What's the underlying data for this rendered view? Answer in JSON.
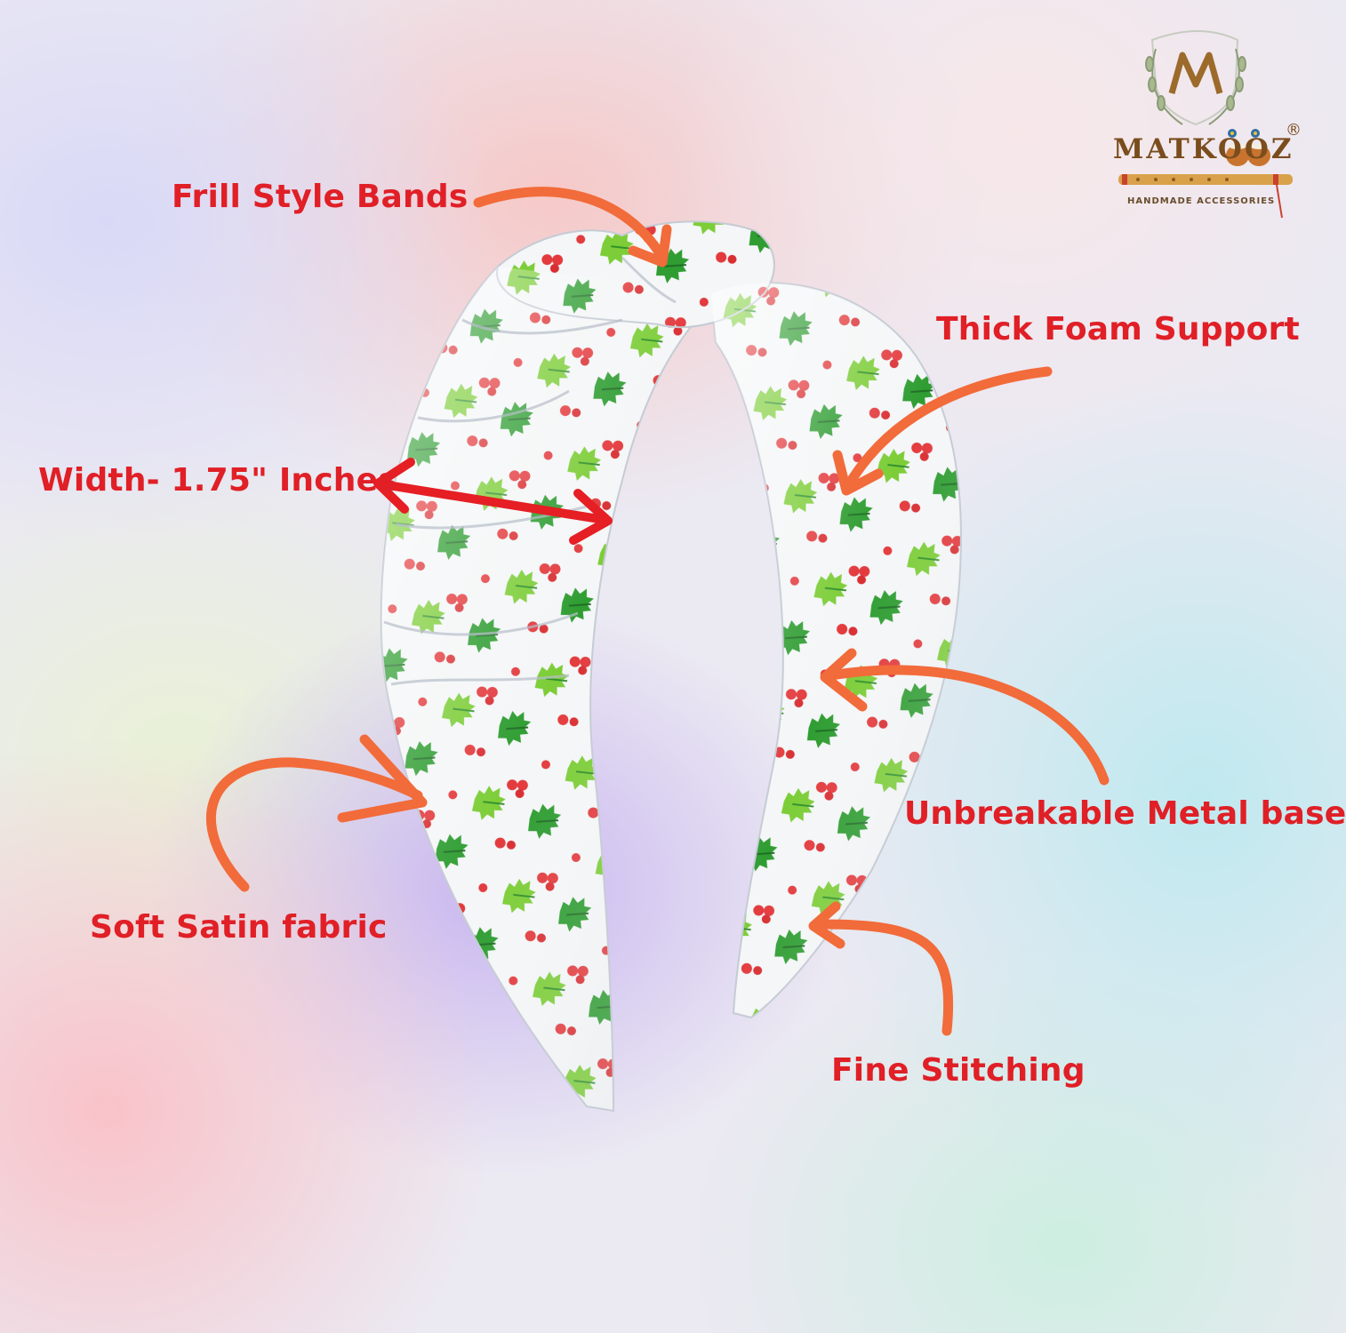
{
  "brand": {
    "name": "MATKOOZ",
    "registered_mark": "®",
    "tagline": "HANDMADE ACCESSORIES"
  },
  "features": {
    "frill": "Frill Style Bands",
    "foam": "Thick Foam Support",
    "width": "Width- 1.75\" Inches",
    "metal": "Unbreakable Metal base",
    "fabric": "Soft Satin fabric",
    "stitching": "Fine  Stitching"
  },
  "colors": {
    "label_text": "#e01f26",
    "pointer_arrow": "#f26b3a",
    "width_arrow": "#e51f24",
    "brand": "#7a4d1d",
    "fabric_base": "#f4f6f7",
    "holly_leaf": "#7ccd37",
    "holly_leaf_dark": "#2f8f2a",
    "berry": "#e33a3d"
  }
}
